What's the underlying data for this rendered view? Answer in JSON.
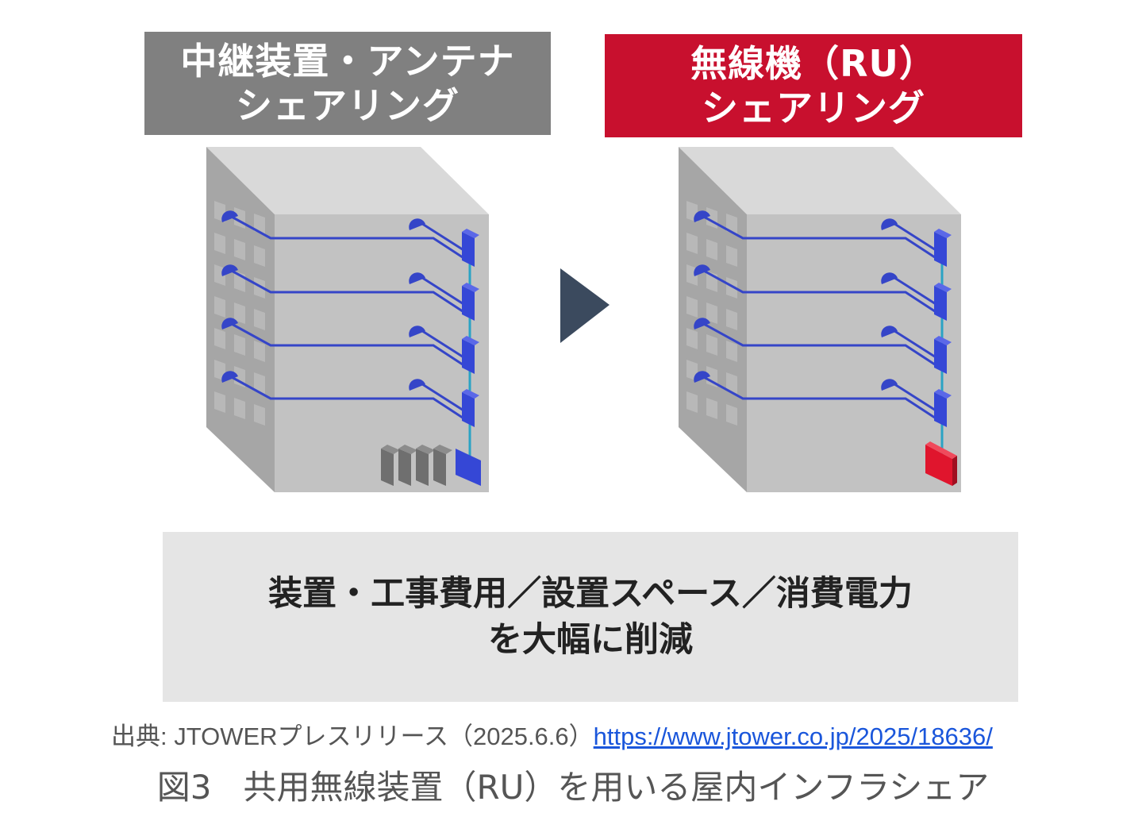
{
  "left_panel": {
    "title_line1": "中継装置・アンテナ",
    "title_line2": "シェアリング",
    "header_color": "#808080"
  },
  "right_panel": {
    "title_line1": "無線機（RU）",
    "title_line2": "シェアリング",
    "header_color": "#c8102e"
  },
  "arrow": {
    "icon": "triangle-right-icon",
    "color": "#3b4a5e"
  },
  "building": {
    "icon": "building-icon",
    "front_color": "#c2c2c2",
    "side_color": "#a6a6a6",
    "top_color": "#d9d9d9",
    "antenna_color": "#3545c8",
    "repeater_color": "#3547d6",
    "riser_color": "#2aa3c4"
  },
  "left_equipment": {
    "icon": "shared-relay-units-icon",
    "unit_color": "#6f6f6f",
    "unit_count": 4
  },
  "right_equipment": {
    "icon": "shared-radio-unit-icon",
    "unit_color": "#e0152d"
  },
  "summary": {
    "line1": "装置・工事費用／設置スペース／消費電力",
    "line2": "を大幅に削減"
  },
  "source": {
    "prefix": "出典: JTOWERプレスリリース（2025.6.6）",
    "url": "https://www.jtower.co.jp/2025/18636/"
  },
  "caption": {
    "figure_number": "図3",
    "title": "共用無線装置（RU）を用いる屋内インフラシェア"
  }
}
